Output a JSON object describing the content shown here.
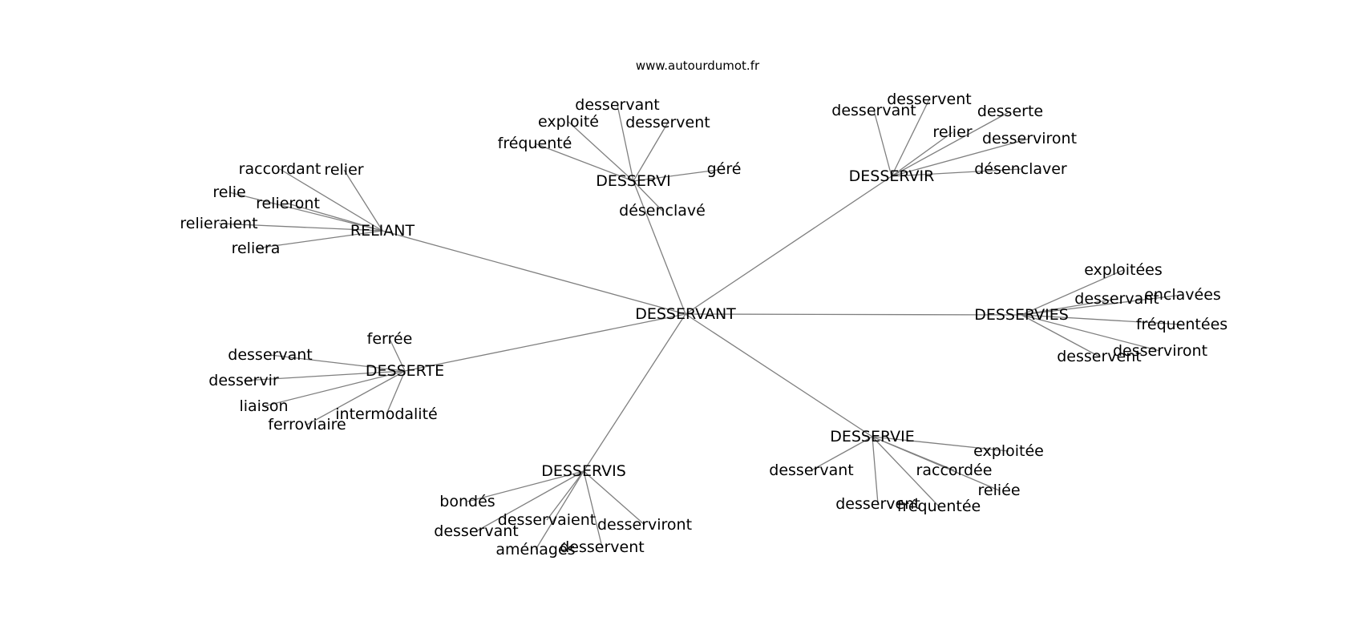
{
  "source_label": "www.autourdumot.fr",
  "edge_color": "#7f7f7f",
  "text_color": "#000000",
  "center": "DESSERVANT",
  "clusters": [
    {
      "hub": "DESSERVI",
      "leaves": [
        "desservant",
        "exploité",
        "desservent",
        "fréquenté",
        "géré",
        "désenclavé"
      ]
    },
    {
      "hub": "DESSERVIR",
      "leaves": [
        "desservent",
        "desservant",
        "desserte",
        "relier",
        "desserviront",
        "désenclaver"
      ]
    },
    {
      "hub": "RELIANT",
      "leaves": [
        "raccordant",
        "relier",
        "relie",
        "relieront",
        "relieraient",
        "reliera"
      ]
    },
    {
      "hub": "DESSERVIES",
      "leaves": [
        "exploitées",
        "desservant",
        "enclavées",
        "fréquentées",
        "desserviront",
        "desservent"
      ]
    },
    {
      "hub": "DESSERTE",
      "leaves": [
        "ferrée",
        "desservant",
        "desservir",
        "liaison",
        "intermodalité",
        "ferroviaire"
      ]
    },
    {
      "hub": "DESSERVIE",
      "leaves": [
        "desservant",
        "exploitée",
        "raccordée",
        "reliée",
        "desservent",
        "fréquentée"
      ]
    },
    {
      "hub": "DESSERVIS",
      "leaves": [
        "bondés",
        "desservaient",
        "desserviront",
        "desservant",
        "aménagés",
        "desservent"
      ]
    }
  ]
}
